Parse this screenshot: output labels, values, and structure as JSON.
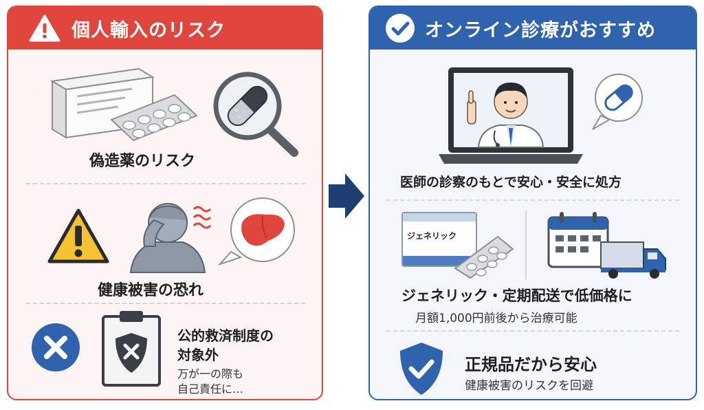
{
  "left_panel": {
    "title": "個人輸入のリスク",
    "risks": [
      {
        "label": "偽造薬のリスク"
      },
      {
        "label": "健康被害の恐れ"
      },
      {
        "label_line1": "公的救済制度の",
        "label_line2": "対象外",
        "note_line1": "万が一の際も",
        "note_line2": "自己責任に…"
      }
    ]
  },
  "right_panel": {
    "title": "オンライン診療がおすすめ",
    "benefits": [
      {
        "label": "医師の診察のもとで安心・安全に処方"
      },
      {
        "box_text": "ジェネリック",
        "label": "ジェネリック・定期配送で低価格に",
        "note": "月額1,000円前後から治療可能"
      },
      {
        "label": "正規品だから安心",
        "note": "健康被害のリスクを回避"
      }
    ]
  },
  "colors": {
    "risk_red": "#e0463e",
    "benefit_blue": "#2f63ad",
    "arrow_navy": "#1f3f72",
    "warning_yellow": "#f5c232"
  }
}
